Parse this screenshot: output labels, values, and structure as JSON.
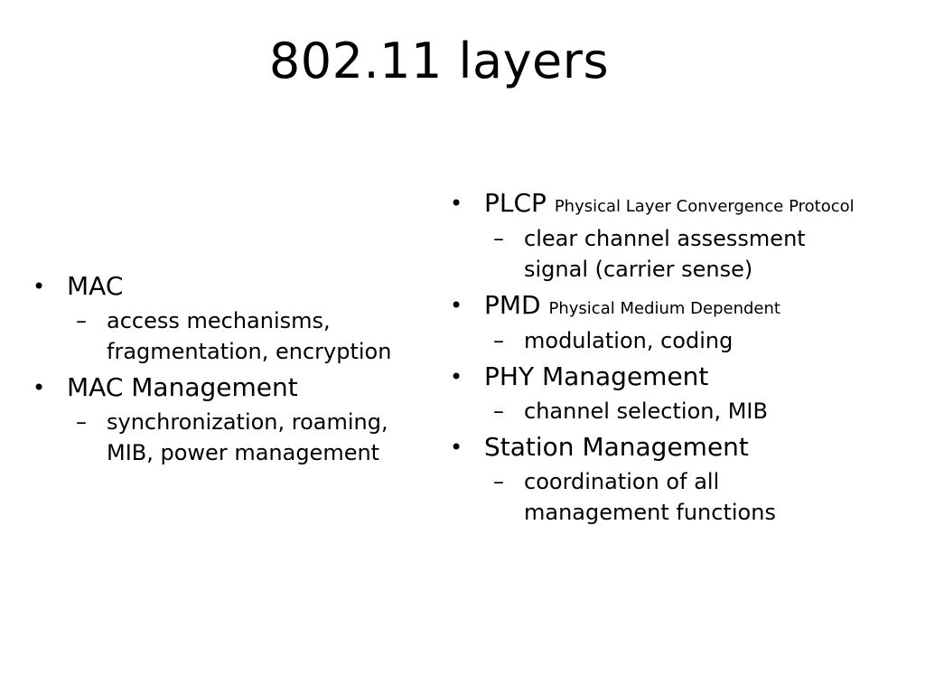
{
  "slide": {
    "title": "802.11 layers"
  },
  "left_column": {
    "items": [
      {
        "label": "MAC",
        "sub": "access mechanisms, fragmentation, encryption"
      },
      {
        "label": "MAC Management",
        "sub": "synchronization, roaming, MIB, power management"
      }
    ]
  },
  "right_column": {
    "items": [
      {
        "label": "PLCP",
        "detail": "Physical Layer Convergence Protocol",
        "sub": "clear channel assessment signal (carrier sense)"
      },
      {
        "label": "PMD",
        "detail": "Physical Medium Dependent",
        "sub": "modulation, coding"
      },
      {
        "label": "PHY Management",
        "sub": "channel selection, MIB"
      },
      {
        "label": "Station Management",
        "sub": "coordination of all management functions"
      }
    ]
  },
  "glyphs": {
    "bullet": "•",
    "dash": "–"
  }
}
